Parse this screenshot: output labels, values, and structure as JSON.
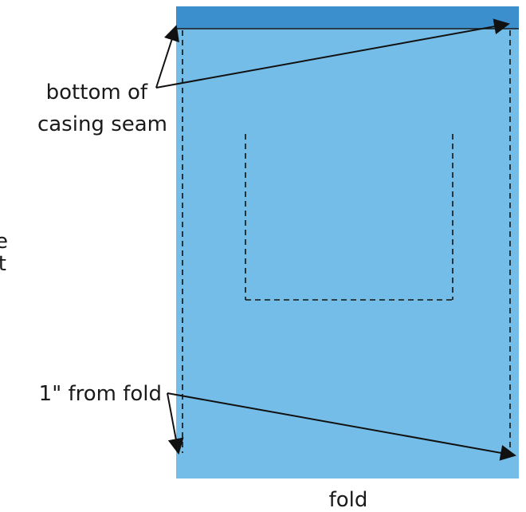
{
  "labels": {
    "casing_line1": "bottom of",
    "casing_line2": "casing seam",
    "left_partial_line1": "e",
    "left_partial_line2": "t",
    "from_fold": "1\" from fold",
    "fold": "fold"
  },
  "colors": {
    "fabric": "#74bde8",
    "casing": "#3a8fcc",
    "outline": "#1a1a1a",
    "stitch": "#111111",
    "background": "#ffffff"
  }
}
